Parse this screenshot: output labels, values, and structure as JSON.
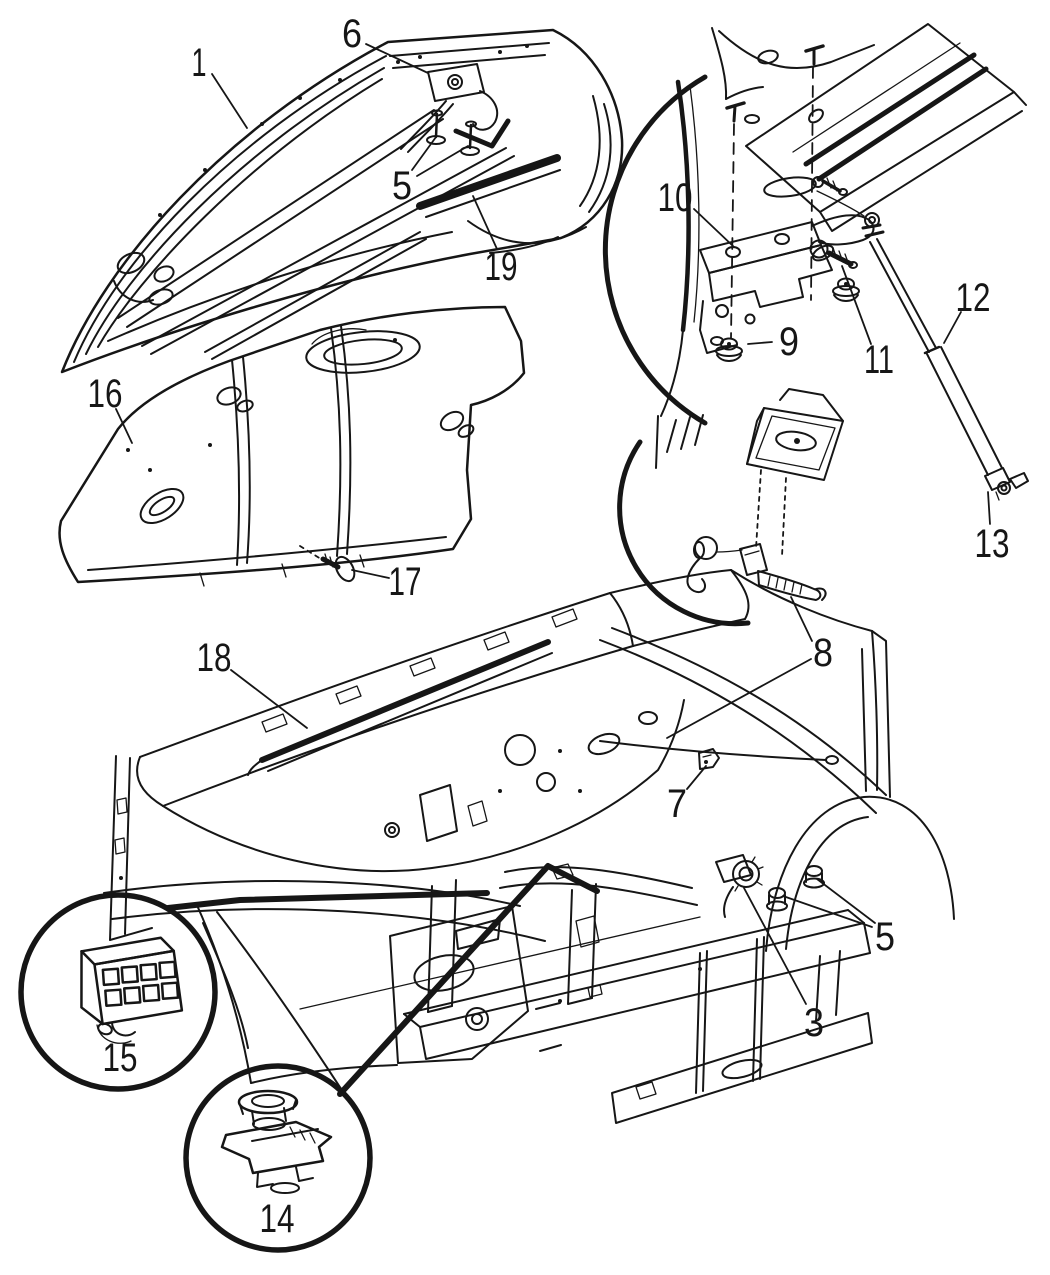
{
  "diagram": {
    "kind": "exploded-parts-line-diagram",
    "background_color": "#ffffff",
    "ink_color": "#161616"
  },
  "callouts": [
    {
      "label": "1"
    },
    {
      "label": "6"
    },
    {
      "label": "5"
    },
    {
      "label": "19"
    },
    {
      "label": "10"
    },
    {
      "label": "9"
    },
    {
      "label": "11"
    },
    {
      "label": "12"
    },
    {
      "label": "13"
    },
    {
      "label": "16"
    },
    {
      "label": "17"
    },
    {
      "label": "18"
    },
    {
      "label": "8"
    },
    {
      "label": "7"
    },
    {
      "label": "5"
    },
    {
      "label": "3"
    },
    {
      "label": "15"
    },
    {
      "label": "14"
    }
  ]
}
